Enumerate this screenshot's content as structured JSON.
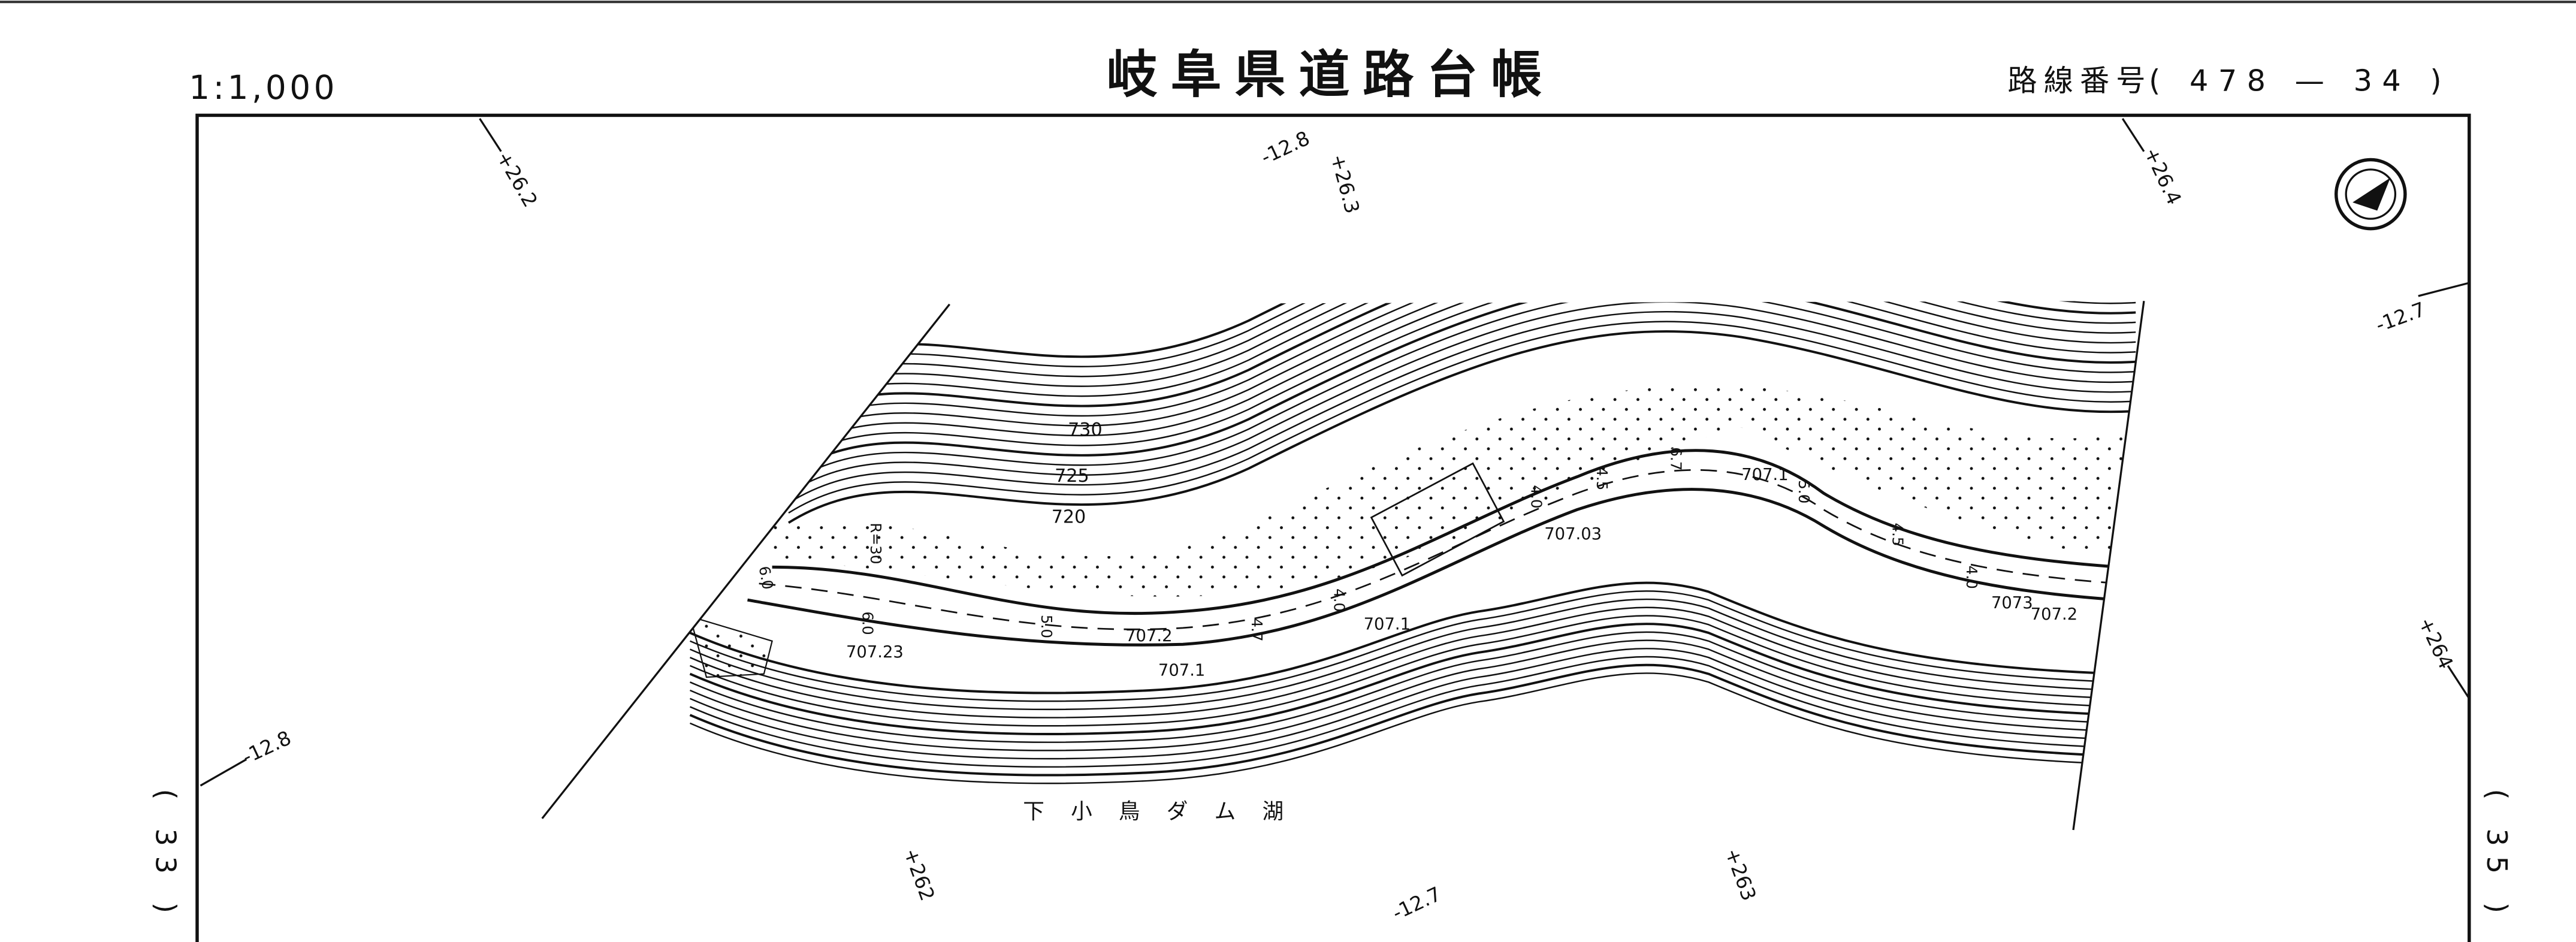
{
  "header": {
    "scale": "1:1,000",
    "title": "岐阜県道路台帳",
    "route_label": "路線番号",
    "route_number": "( 478 — 34 )"
  },
  "adjacent_sheets": {
    "left": "( 33 )",
    "right": "( 35 )"
  },
  "grid_labels": [
    "+26.2",
    "-12.8",
    "+26.3",
    "+26.4",
    "-12.7",
    "+264",
    "-12.8",
    "+262",
    "-12.7",
    "+263"
  ],
  "place_name": "下 小 鳥 ダ ム 湖",
  "contour_labels": [
    "730",
    "725",
    "720"
  ],
  "elevation_labels": [
    "707.2",
    "707.23",
    "707.1",
    "707.1",
    "707.03",
    "707.1",
    "7073",
    "707.2"
  ],
  "width_labels": [
    "R=30",
    "6.0",
    "6.0",
    "5.0",
    "4.7",
    "4.0",
    "4.0",
    "4.5",
    "6.7",
    "5.0",
    "4.5",
    "4.0"
  ],
  "icons": {
    "north_arrow": "compass-north-arrow-icon"
  },
  "colors": {
    "ink": "#111111",
    "paper": "#ffffff"
  }
}
